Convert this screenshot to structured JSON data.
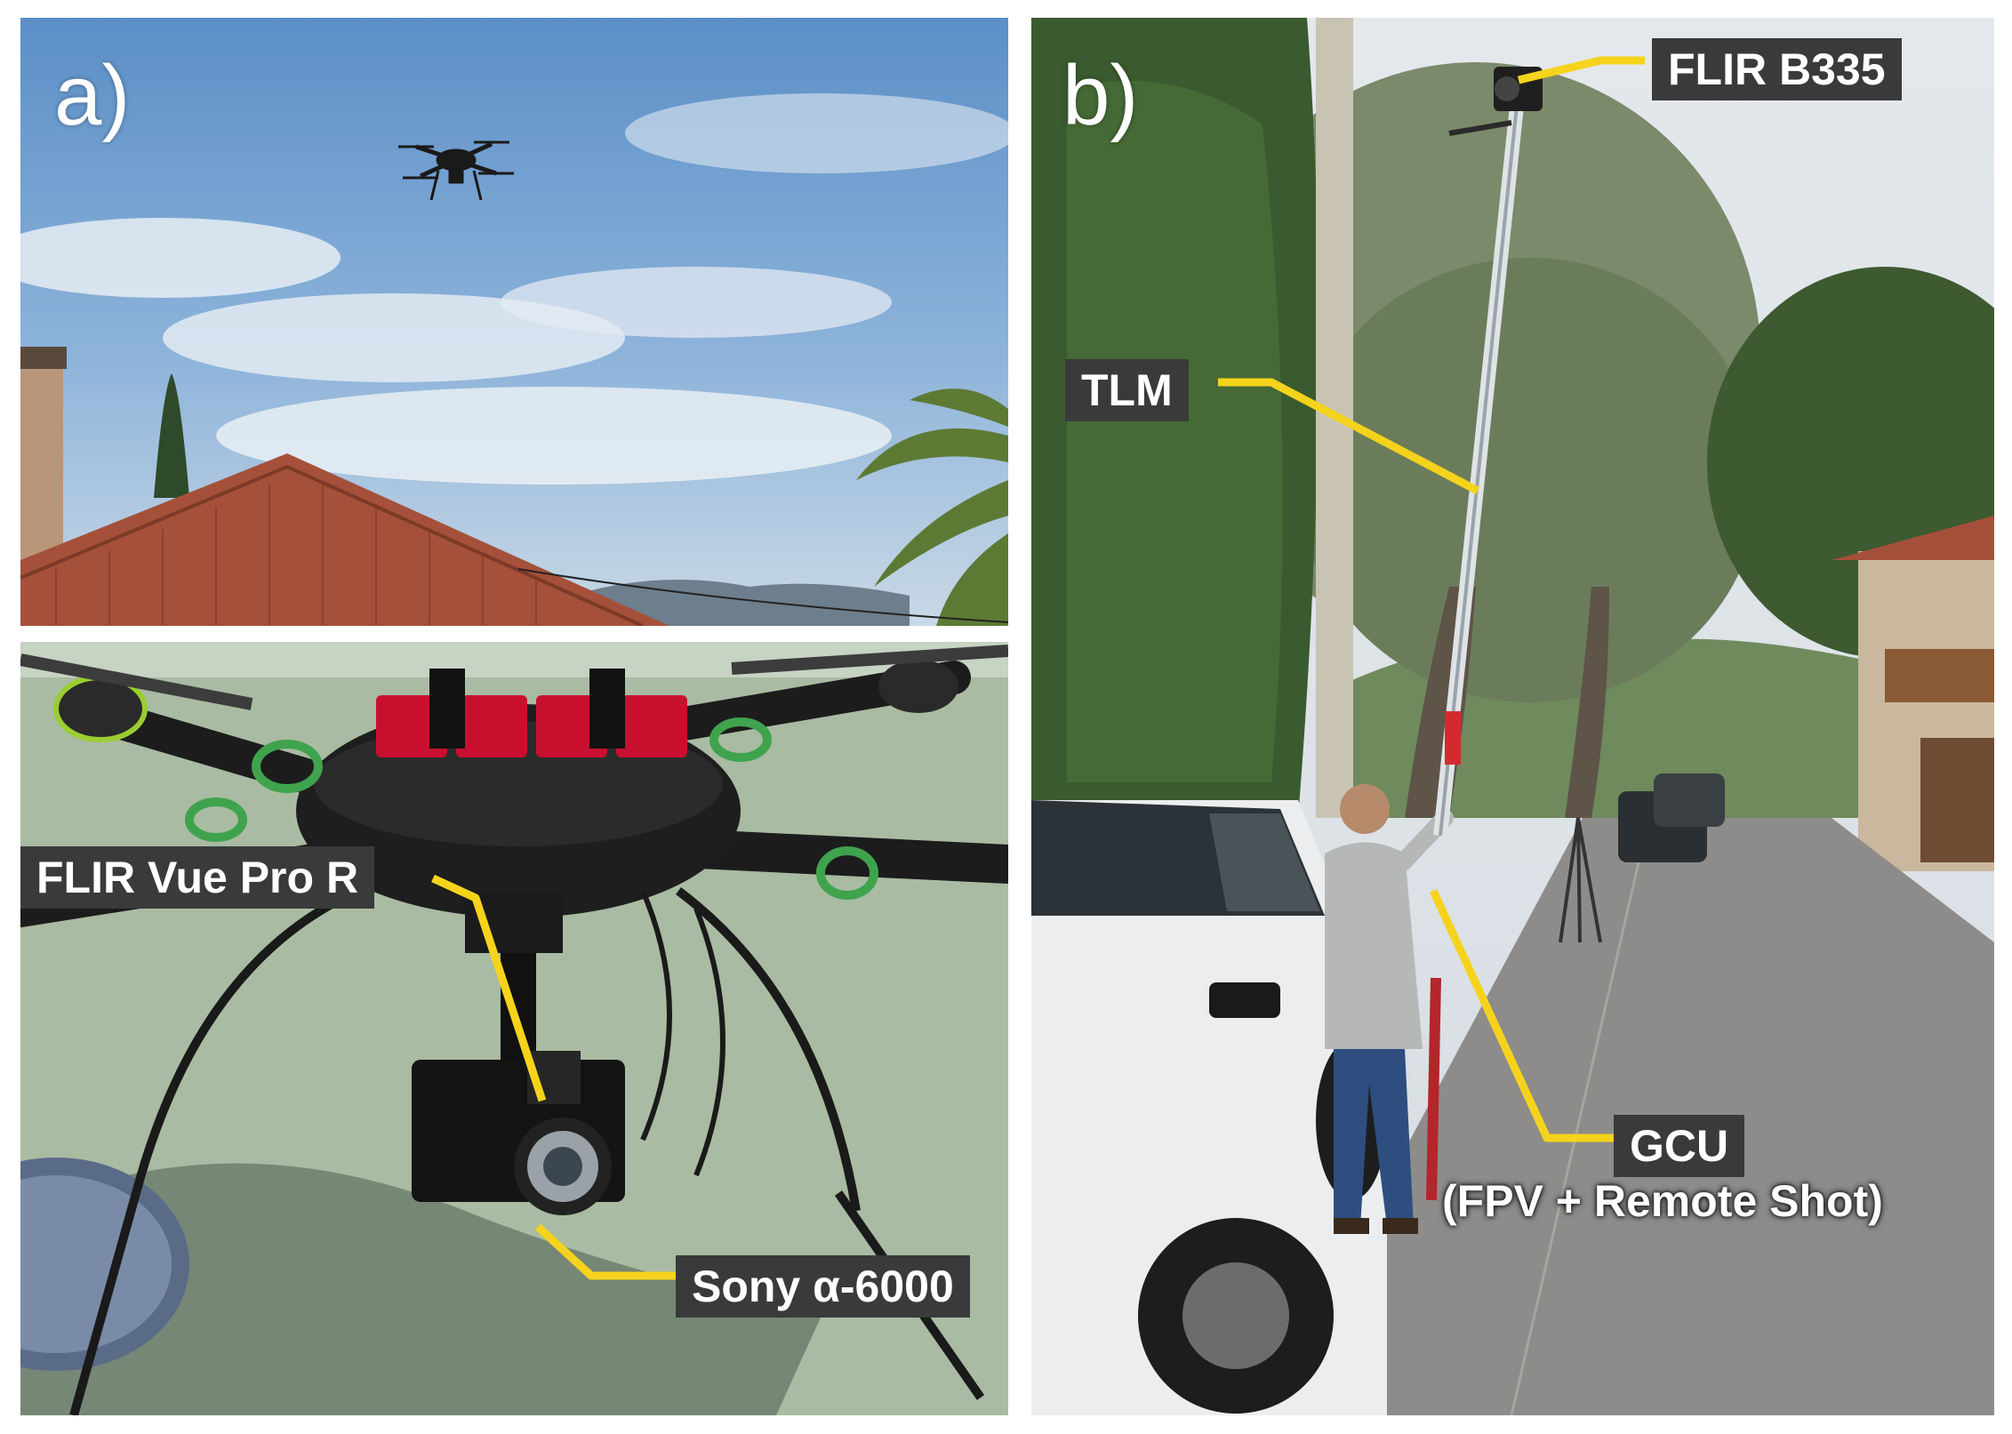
{
  "panels": {
    "a": {
      "letter": "a)"
    },
    "b": {
      "letter": "b)"
    }
  },
  "labels": {
    "flir_vue": "FLIR Vue Pro R",
    "sony": "Sony α-6000",
    "flir_b335": "FLIR B335",
    "tlm": "TLM",
    "gcu": "GCU",
    "gcu_sub": "(FPV + Remote Shot)"
  },
  "colors": {
    "callout_line": "#f5d31c",
    "label_bg": "#3a3a3a",
    "sky": "#6f9ccc",
    "roof": "#a5503a",
    "ground": "#a9bba2",
    "foliage": "#3f5c33"
  }
}
